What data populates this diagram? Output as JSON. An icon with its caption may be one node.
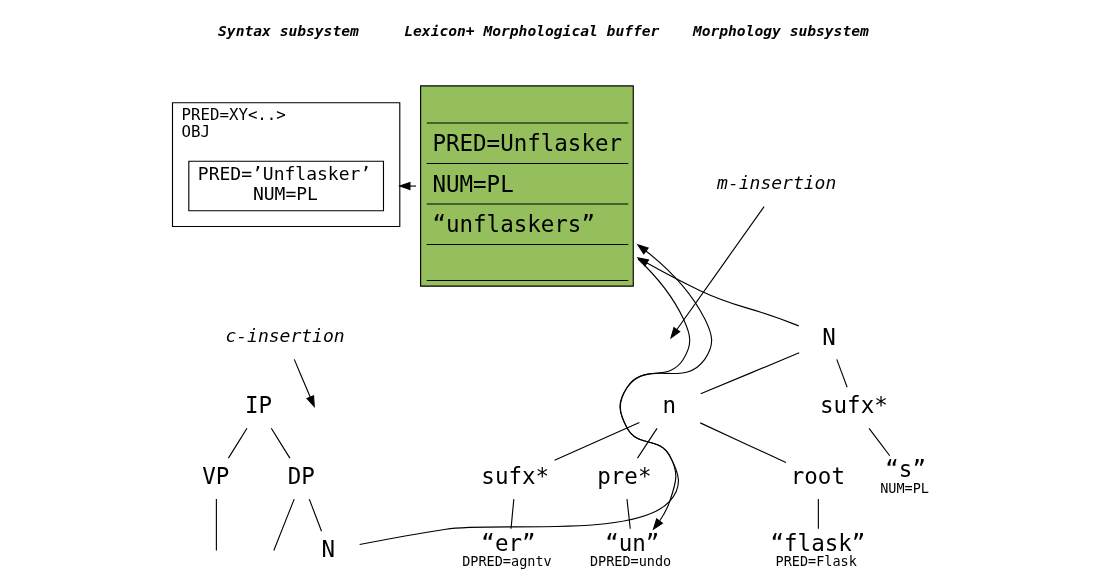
{
  "diagram": {
    "nodes": [
      {
        "text": [
          "PRED=XY<..>",
          "OBJ"
        ]
      },
      {
        "text": [
          "PRED=’Unflasker’",
          "NUM=PL"
        ],
        "in": 0
      },
      {
        "text": [
          "PRED=Unflasker",
          "NUM=PL",
          "“unflaskers”"
        ]
      },
      {
        "text": [
          "c-insertion"
        ]
      },
      {
        "text": [
          "IP"
        ]
      },
      {
        "text": [
          "VP"
        ]
      },
      {
        "text": [
          "DP"
        ]
      },
      {
        "text": [
          "N"
        ]
      },
      {
        "text": [
          "m-insertion"
        ]
      },
      {
        "text": [
          "N"
        ]
      },
      {
        "text": [
          "n"
        ]
      },
      {
        "text": [
          "pre*"
        ]
      },
      {
        "text": [
          "root"
        ]
      },
      {
        "text": [
          "sufx*"
        ]
      },
      {
        "text": [
          "sufx*"
        ]
      },
      {
        "text": [
          "“un”"
        ],
        "beside": [
          "DPRED=undo"
        ]
      },
      {
        "text": [
          "“flask”"
        ],
        "beside": [
          "PRED=Flask"
        ]
      },
      {
        "text": [
          "“er”"
        ],
        "beside": [
          "DPRED=agntv"
        ]
      },
      {
        "text": [
          "“s”"
        ],
        "beside": [
          "NUM=PL"
        ]
      }
    ],
    "edges": [
      {
        "from": 4,
        "to": 5,
        "arrow": "none"
      },
      {
        "from": 4,
        "to": 6,
        "arrow": "none"
      },
      {
        "from": 5,
        "to": null,
        "arrow": "none"
      },
      {
        "from": 6,
        "to": null,
        "arrow": "none"
      },
      {
        "from": 6,
        "to": 7,
        "arrow": "none"
      },
      {
        "from": 3,
        "to": null,
        "arrow": "to"
      },
      {
        "from": 7,
        "to": 2,
        "arrow": "to"
      },
      {
        "from": 2,
        "to": 0,
        "arrow": "to"
      },
      {
        "from": 8,
        "to": null,
        "arrow": "to"
      },
      {
        "from": 9,
        "to": 2,
        "arrow": "to"
      },
      {
        "from": 9,
        "to": 10,
        "arrow": "none"
      },
      {
        "from": 9,
        "to": 14,
        "arrow": "none"
      },
      {
        "from": 10,
        "to": 11,
        "arrow": "none"
      },
      {
        "from": 10,
        "to": 12,
        "arrow": "none"
      },
      {
        "from": 10,
        "to": 13,
        "arrow": "none"
      },
      {
        "from": 11,
        "to": 15,
        "arrow": "none"
      },
      {
        "from": 12,
        "to": 16,
        "arrow": "none"
      },
      {
        "from": 13,
        "to": 17,
        "arrow": "none"
      },
      {
        "from": 14,
        "to": 18,
        "arrow": "none"
      },
      {
        "from": 2,
        "to": 15,
        "arrow": "to"
      }
    ],
    "labels": [
      "Syntax subsystem",
      "Lexicon+ Morphological buffer",
      "Morphology subsystem"
    ]
  }
}
